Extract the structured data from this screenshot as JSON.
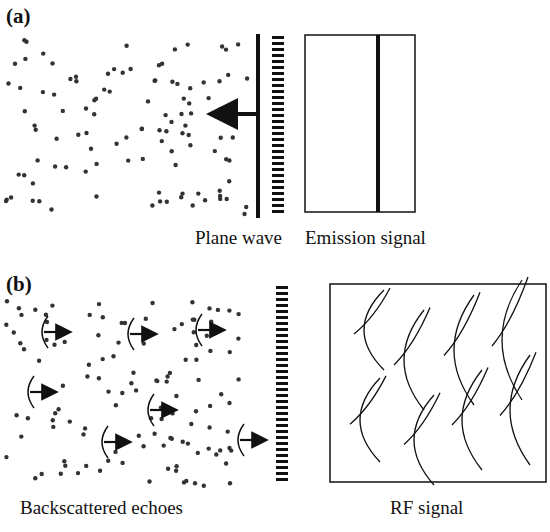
{
  "diagram": {
    "labels": [
      "(a)",
      "Plane wave",
      "Emission signal",
      "(b)",
      "Backscattered echoes",
      "RF signal"
    ]
  }
}
